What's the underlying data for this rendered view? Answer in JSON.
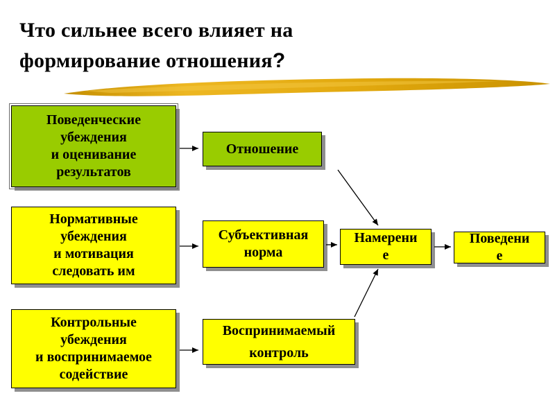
{
  "slide": {
    "title_line1": "Что сильнее всего влияет на",
    "title_line2": "формирование отношения",
    "title_qmark": "?"
  },
  "colors": {
    "box-green": "#99CC00",
    "box-yellow": "#FFFF00",
    "swoosh-gold": "#E6AE17",
    "swoosh-gold-dark": "#C38E00",
    "arrow": "#000000",
    "shadow": "#8F8F8F"
  },
  "diagram": {
    "boxes": [
      {
        "name": "behavioral-beliefs",
        "label": "Поведенческие\nубеждения\nи оценивание\nрезультатов",
        "fill": "green"
      },
      {
        "name": "attitude",
        "label": "Отношение",
        "fill": "green"
      },
      {
        "name": "normative-beliefs",
        "label": "Нормативные\nубеждения\nи мотивация\nследовать им",
        "fill": "yellow"
      },
      {
        "name": "subjective-norm",
        "label": "Субъективная\nнорма",
        "fill": "yellow"
      },
      {
        "name": "intention",
        "label": "Намерени\nе",
        "fill": "yellow"
      },
      {
        "name": "behavior",
        "label": "Поведени\nе",
        "fill": "yellow"
      },
      {
        "name": "control-beliefs",
        "label": "Контрольные\nубеждения\nи воспринимаемое\nсодействие",
        "fill": "yellow"
      },
      {
        "name": "perceived-control",
        "label": "Воспринимаемый\nконтроль",
        "fill": "yellow"
      }
    ]
  }
}
